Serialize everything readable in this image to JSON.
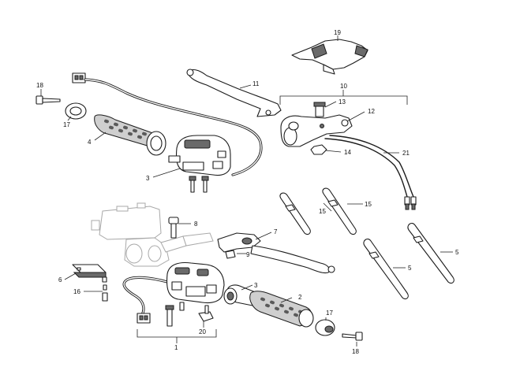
{
  "callouts": {
    "c1": "1",
    "c2": "2",
    "c3a": "3",
    "c3b": "3",
    "c4": "4",
    "c5a": "5",
    "c5b": "5",
    "c6": "6",
    "c7": "7",
    "c8": "8",
    "c9": "9",
    "c10": "10",
    "c11": "11",
    "c12": "12",
    "c13": "13",
    "c14": "14",
    "c15a": "15",
    "c15b": "15",
    "c16": "16",
    "c17a": "17",
    "c17b": "17",
    "c18a": "18",
    "c18b": "18",
    "c19": "19",
    "c20": "20",
    "c21": "21"
  }
}
